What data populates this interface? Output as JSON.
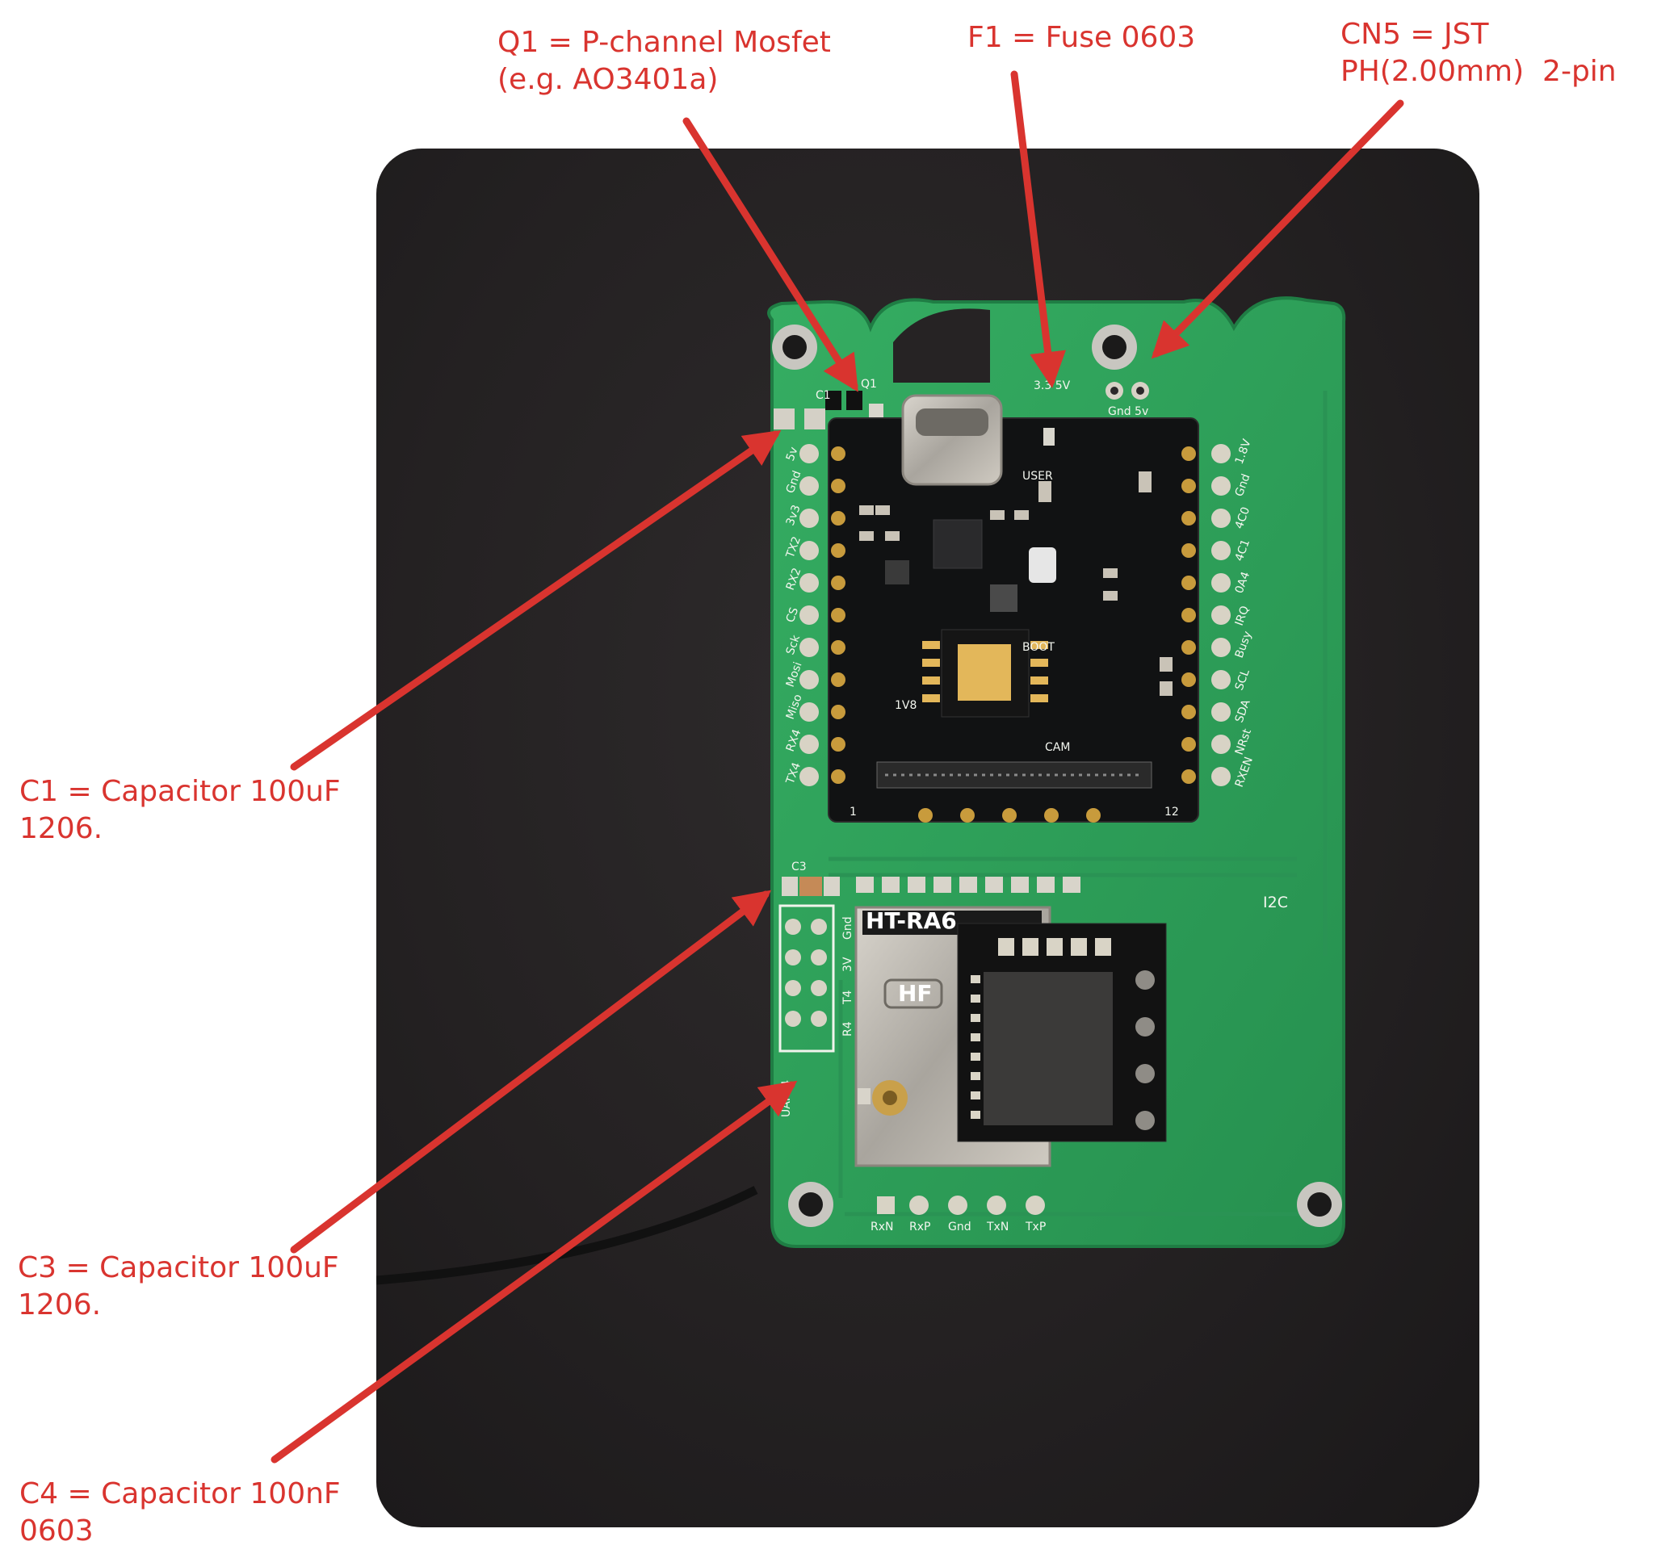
{
  "annotations": [
    {
      "id": "q1",
      "text": "Q1 = P-channel Mosfet\n(e.g. AO3401a)"
    },
    {
      "id": "f1",
      "text": "F1 = Fuse 0603"
    },
    {
      "id": "cn5",
      "text": "CN5 = JST\nPH(2.00mm)  2-pin"
    },
    {
      "id": "c1",
      "text": "C1 = Capacitor 100uF\n1206."
    },
    {
      "id": "c3",
      "text": "C3 = Capacitor 100uF\n1206."
    },
    {
      "id": "c4",
      "text": "C4 = Capacitor 100nF\n0603"
    }
  ],
  "pcb": {
    "left_pins": [
      "5v",
      "Gnd",
      "3v3",
      "TX2",
      "RX2",
      "CS",
      "Sck",
      "Mosi",
      "Miso",
      "RX4",
      "TX4"
    ],
    "right_pins": [
      "1.8V",
      "Gnd",
      "4C0",
      "4C1",
      "0A4",
      "IRQ",
      "Busy",
      "SCL",
      "SDA",
      "NRst",
      "RXEN"
    ],
    "bottom_pins": [
      "RxN",
      "RxP",
      "Gnd",
      "TxN",
      "TxP"
    ],
    "left_header_pins": [
      "Gnd",
      "3V",
      "T4",
      "R4"
    ],
    "silkscreen": {
      "c1": "C1",
      "q1": "Q1",
      "c3": "C3",
      "i2c": "I2C",
      "boot": "BOOT",
      "cam": "CAM",
      "user": "USER",
      "v18": "1V8",
      "pwr_select": "3.3 5V",
      "cn5_pins": "Gnd 5v",
      "pin_1": "1",
      "pin_12": "12",
      "uart": "UART4"
    },
    "module_brand": "HT-RA6",
    "module_badge": "HF"
  },
  "colors": {
    "annotation": "#d9342f",
    "pcb_green": "#2fa15a",
    "background": "#242122"
  }
}
